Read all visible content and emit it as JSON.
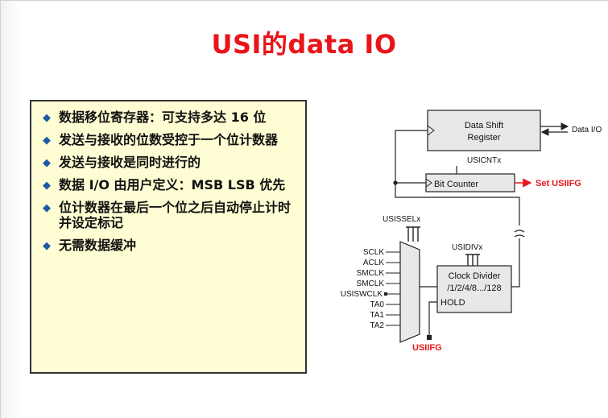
{
  "slide": {
    "title": "USI的data IO",
    "bullets": [
      "数据移位寄存器：可支持多达 16 位",
      "发送与接收的位数受控于一个位计数器",
      "发送与接收是同时进行的",
      "数据 I/O 由用户定义：MSB LSB 优先",
      "位计数器在最后一个位之后自动停止计时并设定标记",
      "无需数据缓冲"
    ],
    "bullet_symbol": "◆"
  },
  "diagram": {
    "shift_register_line1": "Data Shift",
    "shift_register_line2": "Register",
    "data_io_label": "Data I/O",
    "usicntx_label": "USICNTx",
    "bit_counter_label": "Bit Counter",
    "set_usiifg_label": "Set USIIFG",
    "usissel_label": "USISSELx",
    "usidiv_label": "USIDIVx",
    "clock_divider_line1": "Clock Divider",
    "clock_divider_line2": "/1/2/4/8.../128",
    "hold_label": "HOLD",
    "mux_inputs": [
      "SCLK",
      "ACLK",
      "SMCLK",
      "SMCLK",
      "USISWCLK",
      "TA0",
      "TA1",
      "TA2"
    ],
    "usiifg_label": "USIIFG",
    "colors": {
      "accent_red": "#e8151b",
      "block_fill": "#e8e8e8",
      "line": "#222222"
    }
  }
}
